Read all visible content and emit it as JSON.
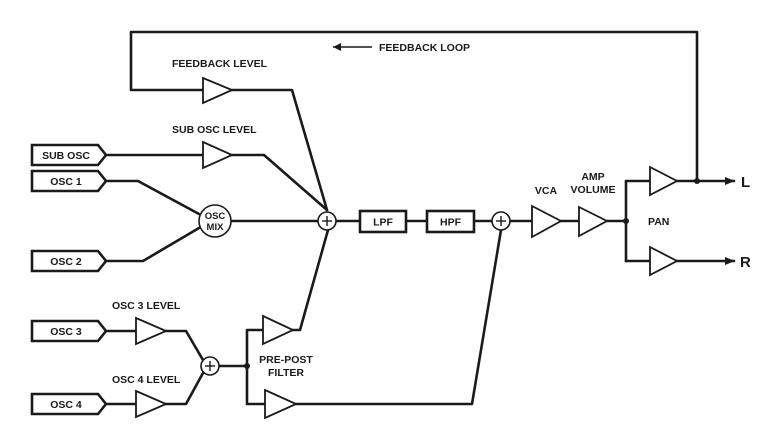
{
  "inputs": {
    "sub_osc": "SUB OSC",
    "osc1": "OSC 1",
    "osc2": "OSC 2",
    "osc3": "OSC 3",
    "osc4": "OSC 4"
  },
  "labels": {
    "feedback_loop": "FEEDBACK LOOP",
    "feedback_level": "FEEDBACK LEVEL",
    "sub_osc_level": "SUB OSC LEVEL",
    "osc3_level": "OSC 3 LEVEL",
    "osc4_level": "OSC 4 LEVEL",
    "pre_post_line1": "PRE-POST",
    "pre_post_line2": "FILTER",
    "vca": "VCA",
    "amp_volume_line1": "AMP",
    "amp_volume_line2": "VOLUME",
    "pan": "PAN"
  },
  "blocks": {
    "osc_mix_line1": "OSC",
    "osc_mix_line2": "MIX",
    "lpf": "LPF",
    "hpf": "HPF"
  },
  "outputs": {
    "left": "L",
    "right": "R"
  }
}
